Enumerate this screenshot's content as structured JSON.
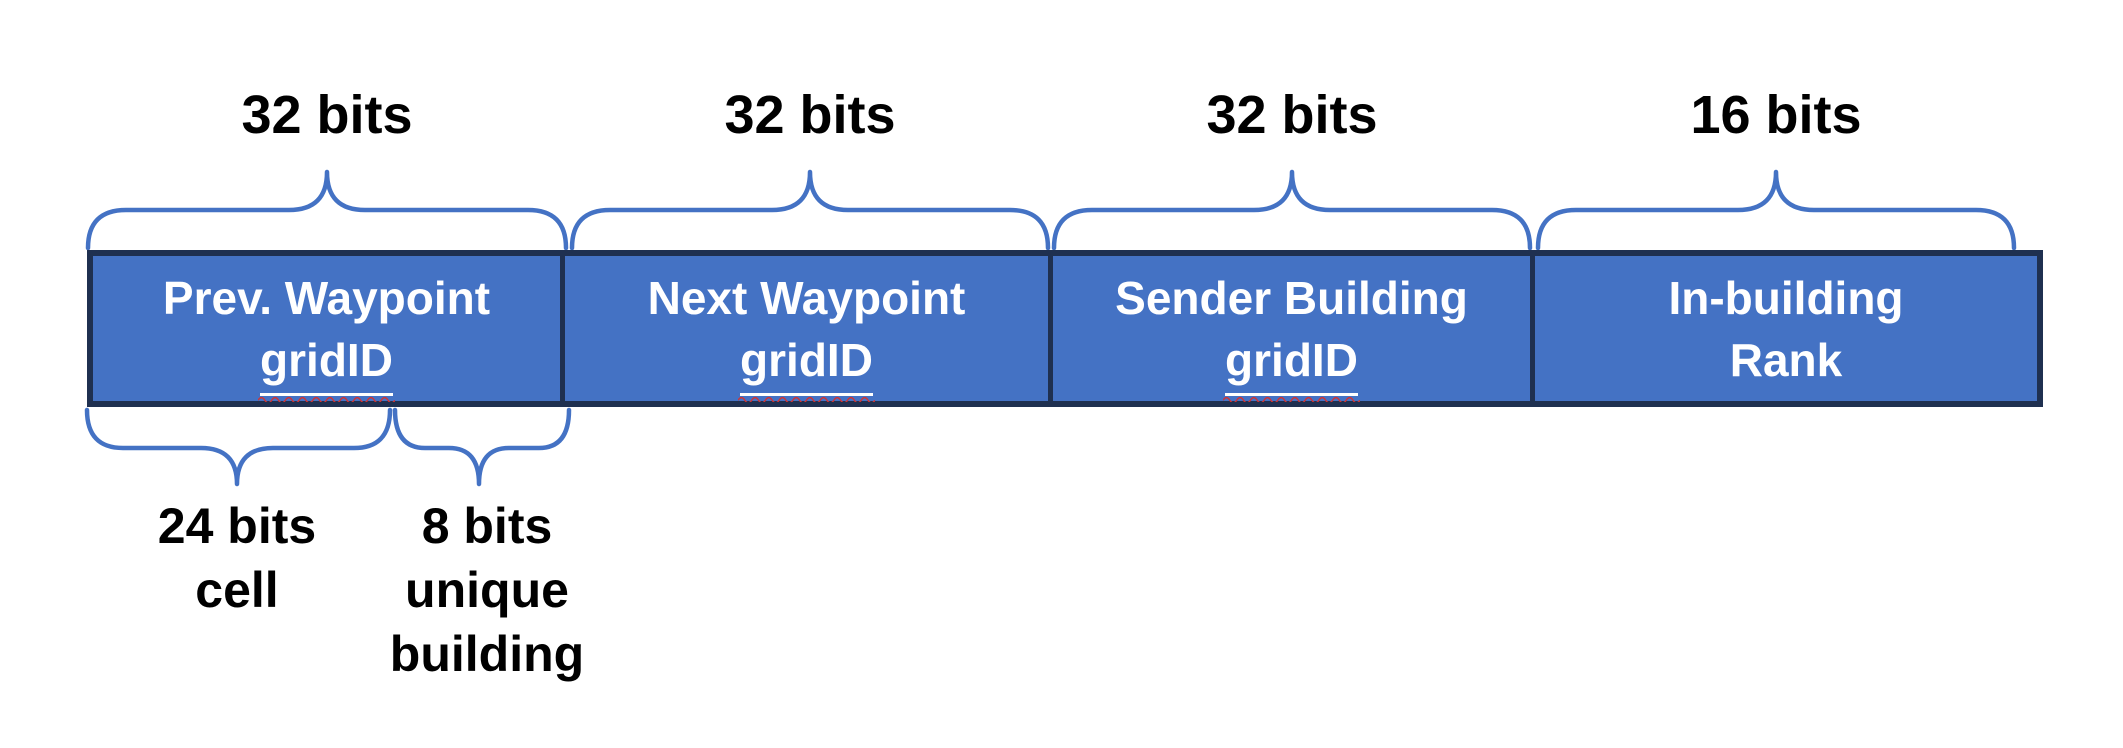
{
  "diagram": {
    "description": "Packet header bit-field format diagram",
    "top_bit_labels": [
      "32 bits",
      "32 bits",
      "32 bits",
      "16 bits"
    ],
    "fields": [
      {
        "line1": "Prev. Waypoint",
        "line2": "gridID",
        "underlined": true,
        "spellcheck_squiggle": true
      },
      {
        "line1": "Next Waypoint",
        "line2": "gridID",
        "underlined": true,
        "spellcheck_squiggle": true
      },
      {
        "line1": "Sender Building",
        "line2": "gridID",
        "underlined": true,
        "spellcheck_squiggle": true
      },
      {
        "line1": "In-building",
        "line2": "Rank",
        "underlined": false,
        "spellcheck_squiggle": false
      }
    ],
    "sub_bit_labels": [
      {
        "lines": [
          "24 bits",
          "cell"
        ]
      },
      {
        "lines": [
          "8 bits",
          "unique",
          "building"
        ]
      }
    ],
    "colors": {
      "box_fill": "#4472C4",
      "box_border": "#1F3050",
      "brace": "#4472C4",
      "box_text": "#FFFFFF",
      "label_text": "#000000",
      "squiggle": "#D13434"
    }
  }
}
